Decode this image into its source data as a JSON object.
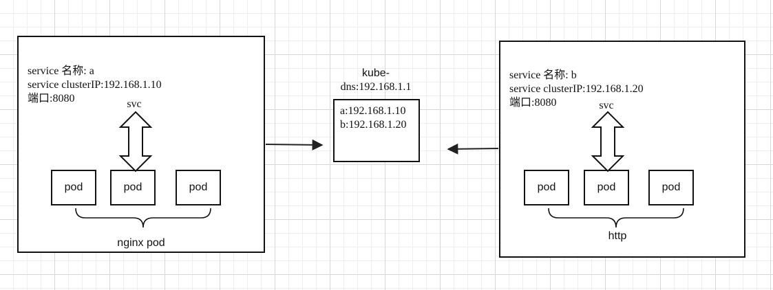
{
  "left_service": {
    "info_lines": [
      "service  名称: a",
      "service clusterIP:192.168.1.10",
      "端口:8080"
    ],
    "svc_label": "svc",
    "pods": [
      "pod",
      "pod",
      "pod"
    ],
    "group_label": "nginx pod"
  },
  "dns": {
    "title_line1": "kube-",
    "title_line2": "dns:192.168.1.1",
    "records": [
      "a:192.168.1.10",
      "b:192.168.1.20"
    ]
  },
  "right_service": {
    "info_lines": [
      "service 名称: b",
      "service clusterIP:192.168.1.20",
      "端口:8080"
    ],
    "svc_label": "svc",
    "pods": [
      "pod",
      "pod",
      "pod"
    ],
    "group_label": "http"
  }
}
